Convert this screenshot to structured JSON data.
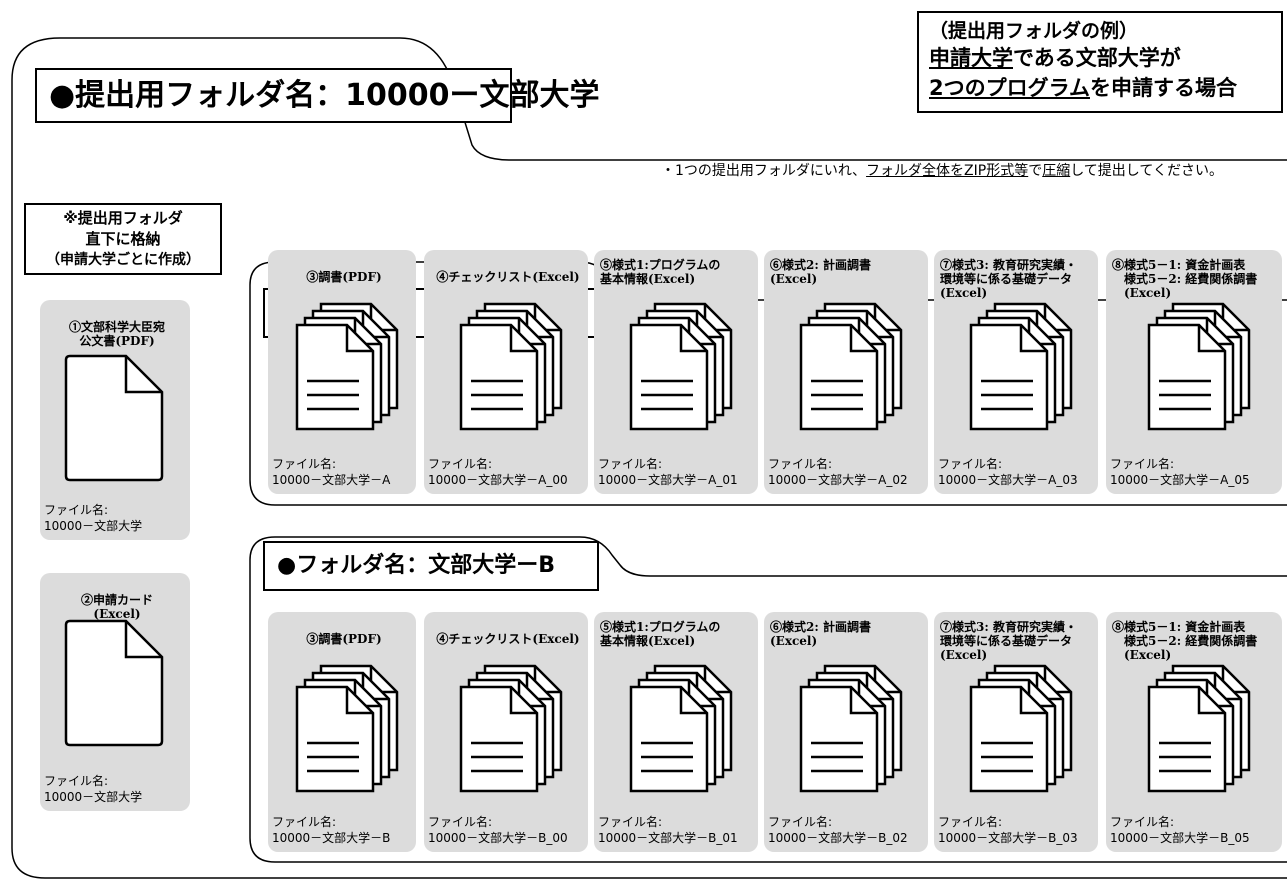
{
  "example": {
    "line1": "（提出用フォルダの例）",
    "line2_underlined": "申請大学",
    "line2_rest": "である文部大学が",
    "line3_underlined": "2つのプログラム",
    "line3_rest": "を申請する場合"
  },
  "main_title": "●提出用フォルダ名：10000ー文部大学",
  "note": {
    "prefix": "・1つの提出用フォルダにいれ、",
    "underlined1": "フォルダ全体をZIP形式等",
    "mid": "で",
    "underlined2": "圧縮",
    "suffix": "して提出してください。"
  },
  "direct_label": {
    "line1": "※提出用フォルダ",
    "line2": "直下に格納",
    "line3": "（申請大学ごとに作成）"
  },
  "left_files": [
    {
      "title": "①文部科学大臣宛\n公文書(PDF)",
      "fn_label": "ファイル名:",
      "fn_value": "10000－文部大学"
    },
    {
      "title": "②申請カード\n(Excel)",
      "fn_label": "ファイル名:",
      "fn_value": "10000－文部大学"
    }
  ],
  "folders": [
    {
      "title": "●フォルダ名：文部大学ーA",
      "files": [
        {
          "title": "③調書(PDF)",
          "fn_label": "ファイル名:",
          "fn_value": "10000－文部大学－A"
        },
        {
          "title": "④チェックリスト(Excel)",
          "fn_label": "ファイル名:",
          "fn_value": "10000－文部大学－A_00"
        },
        {
          "title": "⑤様式1:プログラムの\n基本情報(Excel)",
          "fn_label": "ファイル名:",
          "fn_value": "10000－文部大学－A_01"
        },
        {
          "title": "⑥様式2: 計画調書\n(Excel)",
          "fn_label": "ファイル名:",
          "fn_value": "10000－文部大学－A_02"
        },
        {
          "title": "⑦様式3: 教育研究実績・\n環境等に係る基礎データ\n(Excel)",
          "fn_label": "ファイル名:",
          "fn_value": "10000－文部大学－A_03"
        },
        {
          "title": "⑧様式5－1: 資金計画表\n　様式5－2: 経費関係調書\n　(Excel)",
          "fn_label": "ファイル名:",
          "fn_value": "10000－文部大学－A_05"
        }
      ]
    },
    {
      "title": "●フォルダ名：文部大学ーB",
      "files": [
        {
          "title": "③調書(PDF)",
          "fn_label": "ファイル名:",
          "fn_value": "10000－文部大学－B"
        },
        {
          "title": "④チェックリスト(Excel)",
          "fn_label": "ファイル名:",
          "fn_value": "10000－文部大学－B_00"
        },
        {
          "title": "⑤様式1:プログラムの\n基本情報(Excel)",
          "fn_label": "ファイル名:",
          "fn_value": "10000－文部大学－B_01"
        },
        {
          "title": "⑥様式2: 計画調書\n(Excel)",
          "fn_label": "ファイル名:",
          "fn_value": "10000－文部大学－B_02"
        },
        {
          "title": "⑦様式3: 教育研究実績・\n環境等に係る基礎データ\n(Excel)",
          "fn_label": "ファイル名:",
          "fn_value": "10000－文部大学－B_03"
        },
        {
          "title": "⑧様式5－1: 資金計画表\n　様式5－2: 経費関係調書\n　(Excel)",
          "fn_label": "ファイル名:",
          "fn_value": "10000－文部大学－B_05"
        }
      ]
    }
  ]
}
